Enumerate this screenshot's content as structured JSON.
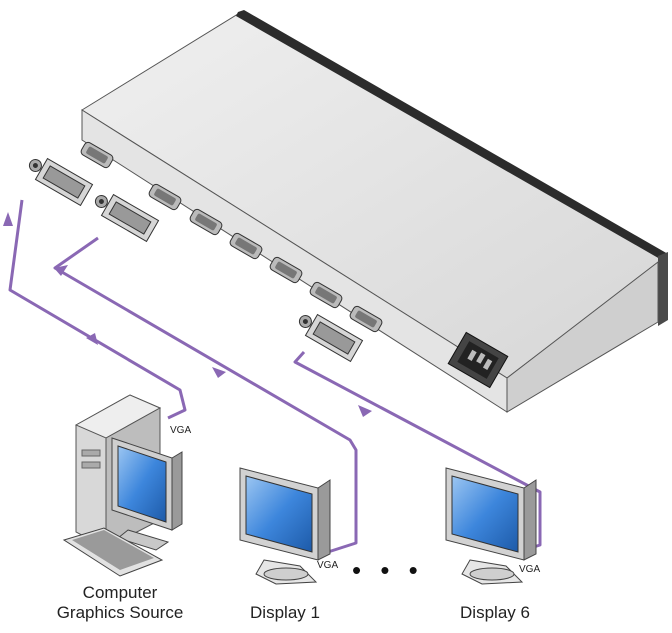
{
  "labels": {
    "source_line1": "Computer",
    "source_line2": "Graphics Source",
    "display1": "Display 1",
    "display6": "Display 6",
    "vga_source": "VGA",
    "vga_display1": "VGA",
    "vga_display6": "VGA",
    "ellipsis": "• • •"
  },
  "colors": {
    "cable": "#8a68b4",
    "device_top": "#dcdcdc",
    "device_front": "#e9e9e9",
    "device_dark": "#3a3a3a",
    "screen": "#3d86dc"
  }
}
